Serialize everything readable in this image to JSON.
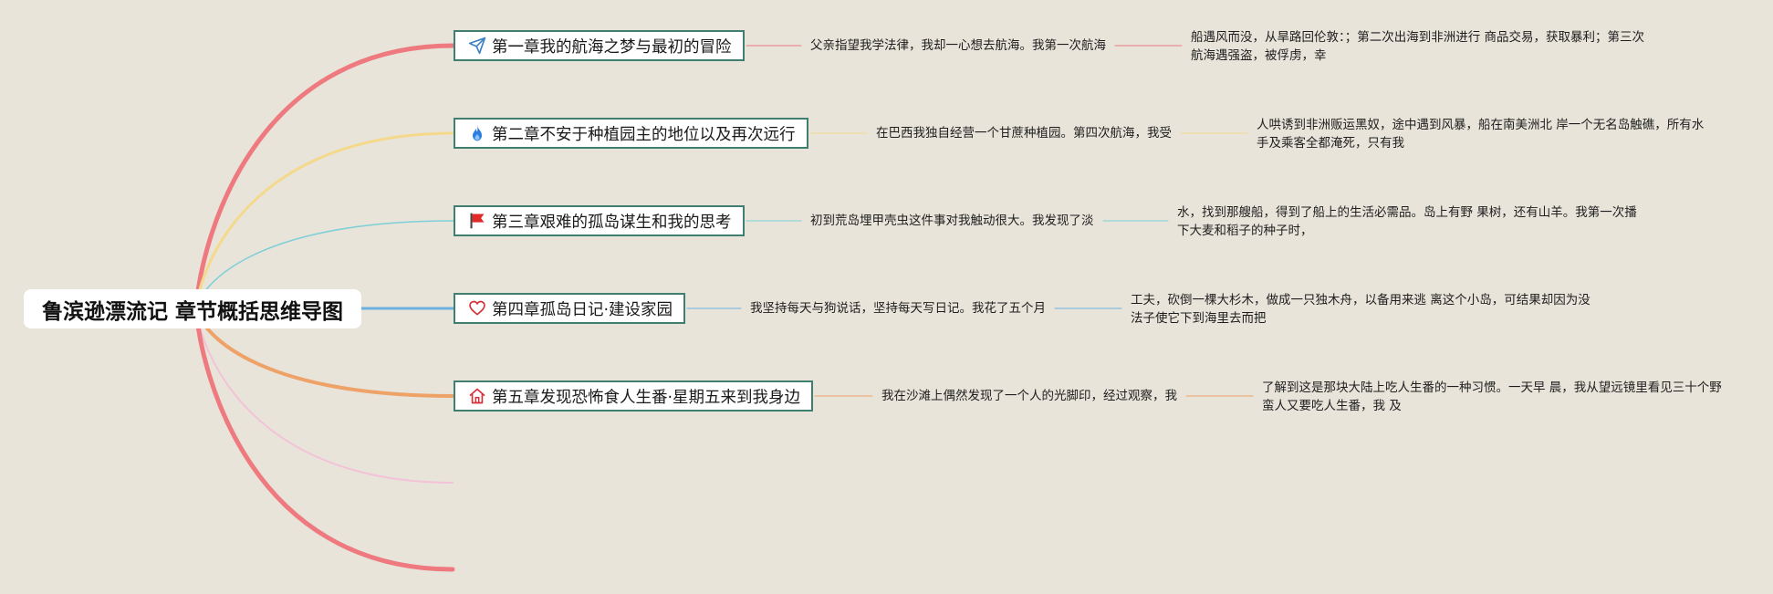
{
  "root": {
    "title": "鲁滨逊漂流记 章节概括思维导图"
  },
  "chapters": [
    {
      "title": "第一章我的航海之梦与最初的冒险",
      "icon": "paper-plane-icon",
      "color": "#ee7a80",
      "summary_part1": "父亲指望我学法律，我却一心想去航海。我第一次航海",
      "summary_part2": "船遇风而没，从旱路回伦敦：；第二次出海到非洲进行 商品交易，获取暴利；第三次航海遇强盗，被俘虏，幸"
    },
    {
      "title": "第二章不安于种植园主的地位以及再次远行",
      "icon": "flame-icon",
      "color": "#f5d98a",
      "summary_part1": "在巴西我独自经营一个甘蔗种植园。第四次航海，我受",
      "summary_part2": "人哄诱到非洲贩运黑奴，途中遇到风暴，船在南美洲北 岸一个无名岛触礁，所有水手及乘客全都淹死，只有我"
    },
    {
      "title": "第三章艰难的孤岛谋生和我的思考",
      "icon": "flag-icon",
      "color": "#7ccfd8",
      "summary_part1": "初到荒岛埋甲壳虫这件事对我触动很大。我发现了淡",
      "summary_part2": "水，找到那艘船，得到了船上的生活必需品。岛上有野 果树，还有山羊。我第一次播下大麦和稻子的种子时，"
    },
    {
      "title": "第四章孤岛日记·建设家园",
      "icon": "heart-icon",
      "color": "#6cb0e0",
      "summary_part1": "我坚持每天与狗说话，坚持每天写日记。我花了五个月",
      "summary_part2": "工夫，砍倒一棵大杉木，做成一只独木舟，以备用来逃 离这个小岛，可结果却因为没法子使它下到海里去而把"
    },
    {
      "title": "第五章发现恐怖食人生番·星期五来到我身边",
      "icon": "home-icon",
      "color": "#eea268",
      "summary_part1": "我在沙滩上偶然发现了一个人的光脚印，经过观察，我",
      "summary_part2": "了解到这是那块大陆上吃人生番的一种习惯。一天早 晨，我从望远镜里看见三十个野蛮人又要吃人生番，我 及"
    }
  ],
  "extra_branches": [
    {
      "color": "#f4c2d8"
    },
    {
      "color": "#ee7a80"
    }
  ]
}
